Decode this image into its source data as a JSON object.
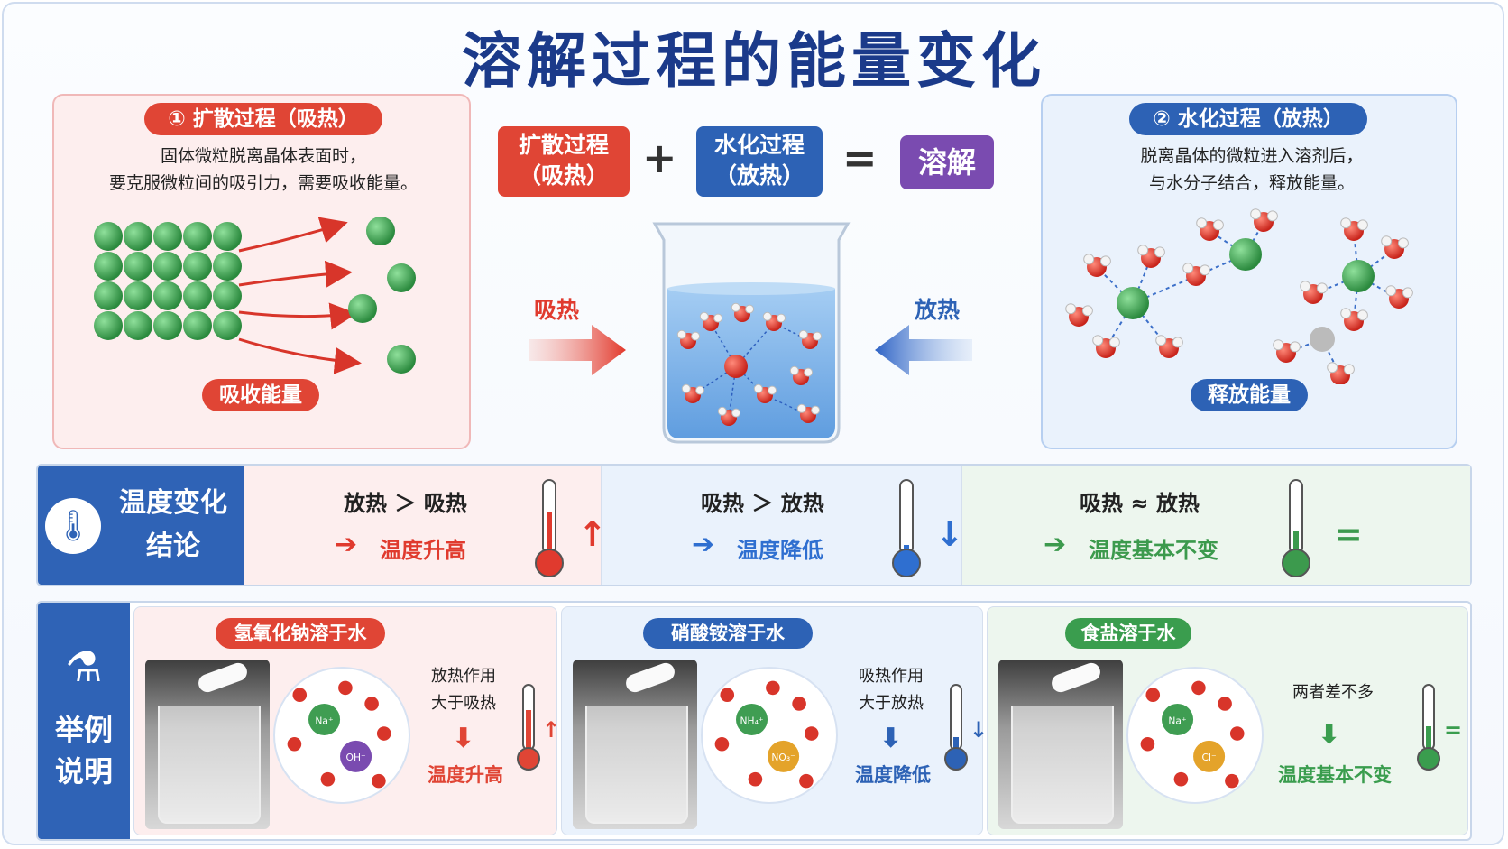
{
  "title": "溶解过程的能量变化",
  "diffusion": {
    "badge": "① 扩散过程（吸热）",
    "desc_line1": "固体微粒脱离晶体表面时，",
    "desc_line2": "要克服微粒间的吸引力，需要吸收能量。",
    "footer": "吸收能量"
  },
  "hydration": {
    "badge": "② 水化过程（放热）",
    "desc_line1": "脱离晶体的微粒进入溶剂后，",
    "desc_line2": "与水分子结合，释放能量。",
    "footer": "释放能量"
  },
  "equation": {
    "box1_line1": "扩散过程",
    "box1_line2": "（吸热）",
    "plus": "+",
    "box2_line1": "水化过程",
    "box2_line2": "（放热）",
    "equals": "=",
    "result": "溶解"
  },
  "beaker": {
    "left_label": "吸热",
    "right_label": "放热"
  },
  "temperature": {
    "label_line1": "温度变化",
    "label_line2": "结论",
    "cases": [
      {
        "compare": "放热 ＞ 吸热",
        "result": "温度升高",
        "color": "#e03a2e",
        "symbol": "↑"
      },
      {
        "compare": "吸热 ＞ 放热",
        "result": "温度降低",
        "color": "#2f6fd0",
        "symbol": "↓"
      },
      {
        "compare": "吸热 ≈ 放热",
        "result": "温度基本不变",
        "color": "#3c9a4d",
        "symbol": "="
      }
    ]
  },
  "examples": {
    "label_line1": "举例",
    "label_line2": "说明",
    "items": [
      {
        "title": "氢氧化钠溶于水",
        "note_line1": "放热作用",
        "note_line2": "大于吸热",
        "result": "温度升高",
        "ion1": "Na⁺",
        "ion2": "OH⁻",
        "symbol": "↑"
      },
      {
        "title": "硝酸铵溶于水",
        "note_line1": "吸热作用",
        "note_line2": "大于放热",
        "result": "温度降低",
        "ion1": "NH₄⁺",
        "ion2": "NO₃⁻",
        "symbol": "↓"
      },
      {
        "title": "食盐溶于水",
        "note_line1": "两者差不多",
        "note_line2": "",
        "result": "温度基本不变",
        "ion1": "Na⁺",
        "ion2": "Cl⁻",
        "symbol": "="
      }
    ]
  },
  "colors": {
    "red": "#e04535",
    "blue": "#2d62b5",
    "green": "#3a9d4e",
    "purple": "#7a4bb0",
    "title": "#1b3a8a"
  }
}
